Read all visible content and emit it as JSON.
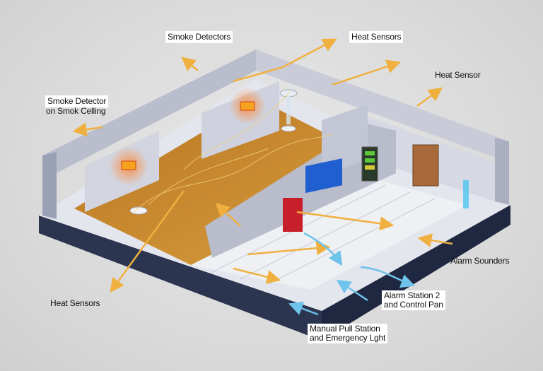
{
  "title": "Fire alarm system diagram",
  "labels": {
    "smoke_detectors": "Smoke Detectors",
    "heat_sensors_top": "Heat Sensors",
    "heat_sensor_right": "Heat Sensor",
    "smoke_detector_ceiling_1": "Smoke Detector",
    "smoke_detector_ceiling_2": "on Smok Celling",
    "alarm_sounders": "Alarm Sounders",
    "alarm_station_1": "Alarm Station 2",
    "alarm_station_2": "and Control Pan",
    "manual_pull_1": "Manual Pull Station",
    "manual_pull_2": "and Emergency Lght",
    "heat_sensors_bottom": "Heat Sensors"
  },
  "colors": {
    "background": "#dcdcdc",
    "slab": "#2b3550",
    "wall": "#c9ccd8",
    "floor_orange": "#c98a2e",
    "floor_white": "#eef0f4",
    "arrow_orange": "#f0b040",
    "arrow_blue": "#6ec3ea",
    "panel_red": "#c8202a"
  }
}
